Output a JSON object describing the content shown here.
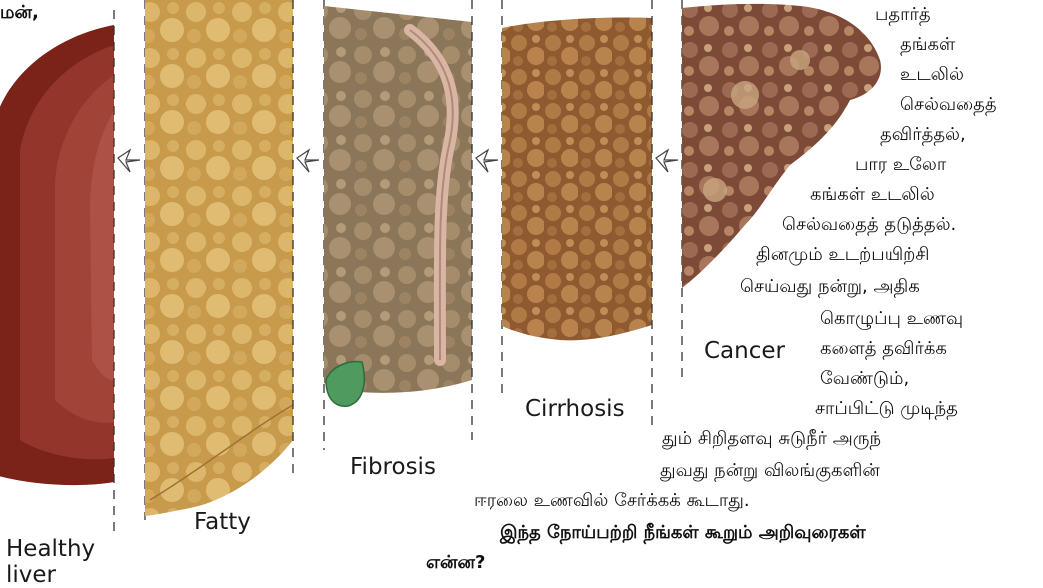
{
  "stages": {
    "healthy": "Healthy\nliver",
    "fatty": "Fatty",
    "fibrosis": "Fibrosis",
    "cirrhosis": "Cirrhosis",
    "cancer": "Cancer"
  },
  "text_lines": [
    "மன்,",
    "பதார்த்",
    "தங்கள்",
    "உடலில்",
    "செல்வதைத்",
    "தவிர்த்தல்,",
    "பார உலோ",
    "கங்கள் உடலில்",
    "செல்வதைத் தடுத்தல்.",
    "தினமும் உடற்பயிற்சி",
    "செய்வது நன்று, அதிக",
    "கொழுப்பு உணவு",
    "களைத் தவிர்க்க",
    "வேண்டும்,",
    "சாப்பிட்டு முடிந்த",
    "தும் சிறிதளவு சுடுநீர் அருந்",
    "துவது நன்று விலங்குகளின்",
    "ஈரலை உணவில் சேர்க்கக் கூடாது."
  ],
  "question": "இந்த நோய்பற்றி நீங்கள் கூறும் அறிவுரைகள்",
  "question_end": "என்ன?",
  "colors": {
    "healthy": "#8e2e25",
    "fatty": "#d8ad5f",
    "fibrosis": "#9a8466",
    "cirrhosis": "#a9703f",
    "cancer": "#8a5540",
    "gallbladder": "#4f9a5e"
  }
}
